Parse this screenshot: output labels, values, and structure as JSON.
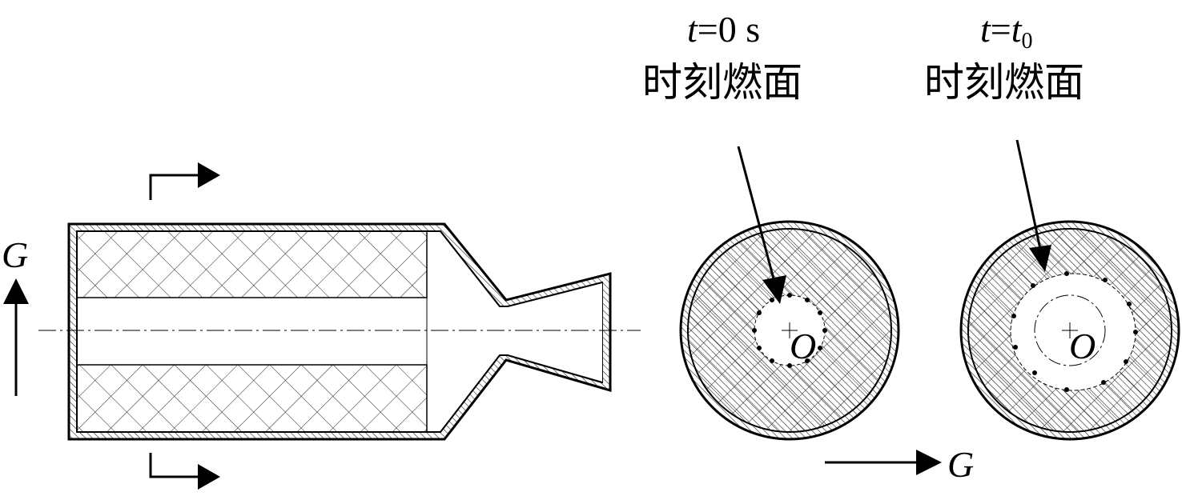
{
  "labels": {
    "left_g": "G",
    "bottom_g": "G",
    "center_o_1": "O",
    "center_o_2": "O",
    "burn_t0": {
      "t_var": "t",
      "eq": "=0 s",
      "caption": "时刻燃面"
    },
    "burn_tt0": {
      "t_var": "t",
      "eq": "=",
      "t_var2": "t",
      "sub": "0",
      "caption": "时刻燃面"
    }
  }
}
